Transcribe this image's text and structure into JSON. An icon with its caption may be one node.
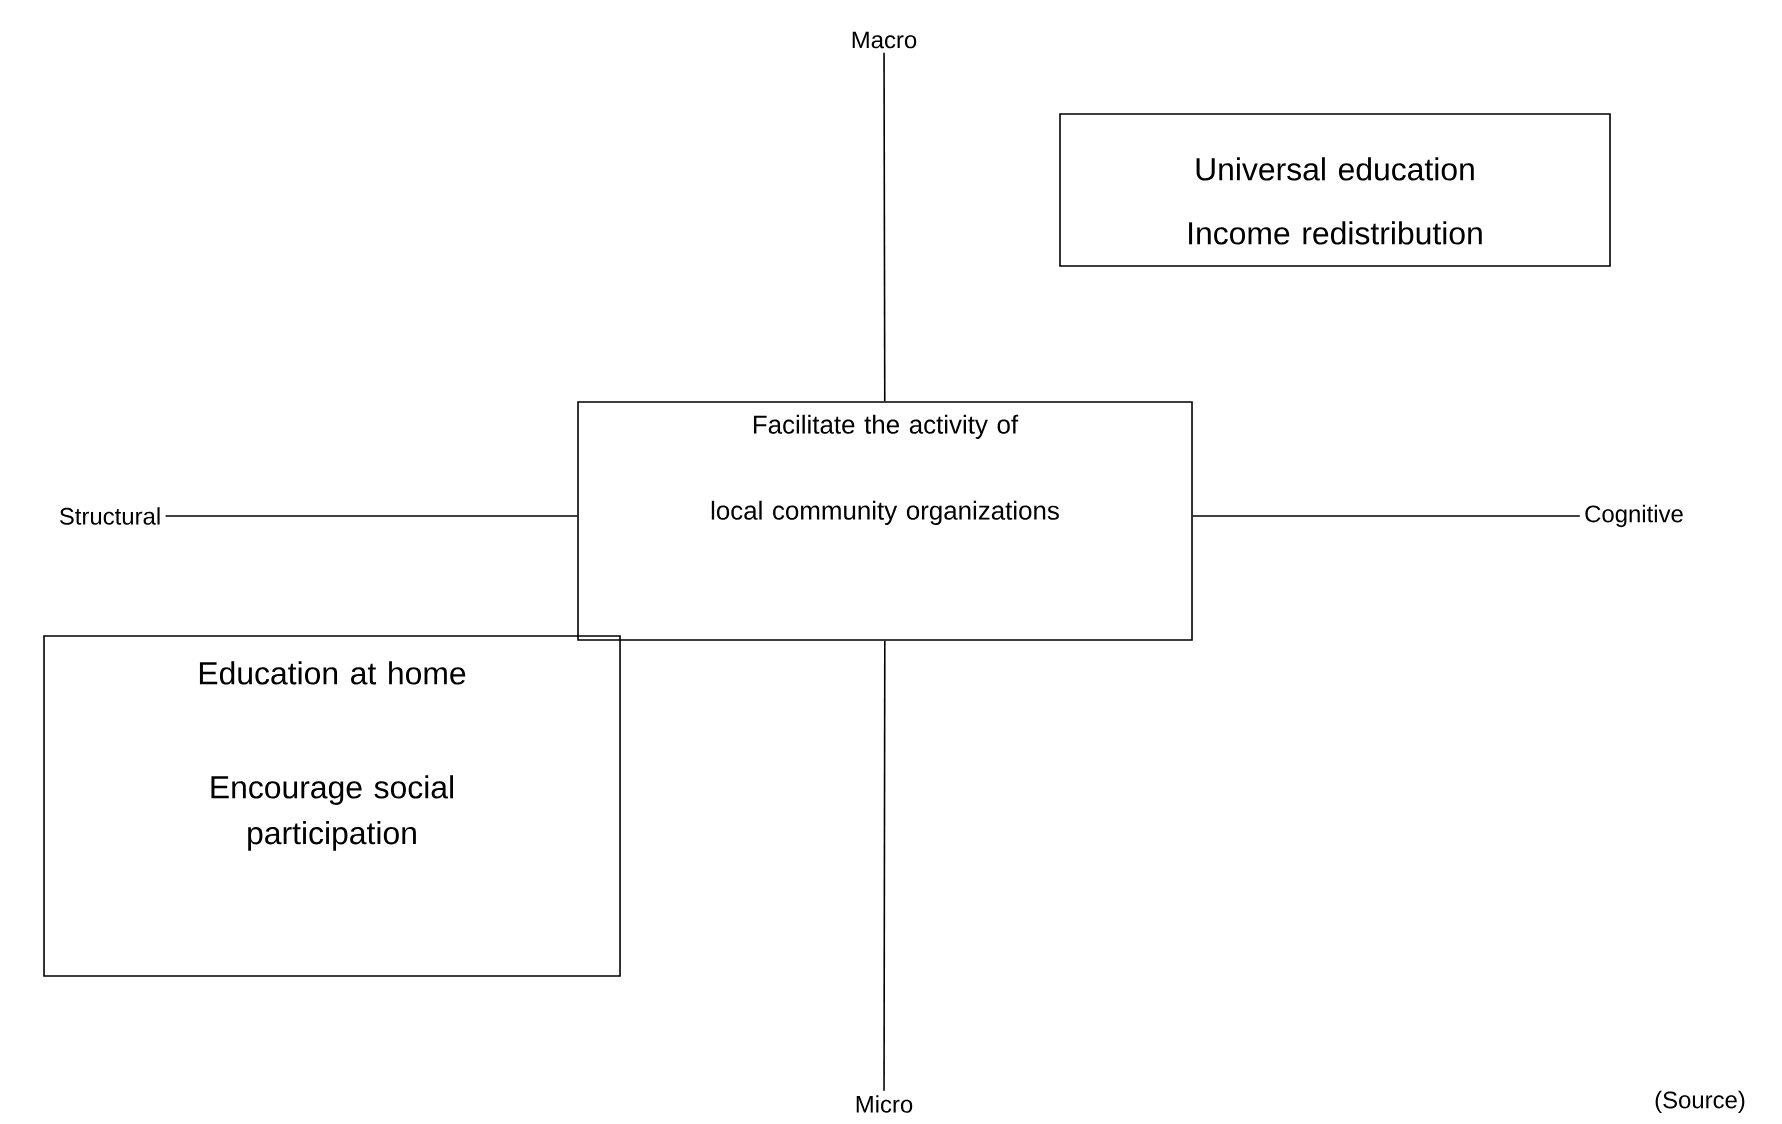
{
  "diagram": {
    "nodes": [
      {
        "text": [
          "Macro"
        ]
      },
      {
        "text": [
          "Universal education",
          "Income redistribution"
        ]
      },
      {
        "text": [
          "Structural"
        ]
      },
      {
        "text": [
          "Facilitate the activity of",
          "local community organizations"
        ]
      },
      {
        "text": [
          "Cognitive"
        ]
      },
      {
        "text": [
          "Education at home",
          "Encourage social participation"
        ]
      },
      {
        "text": [
          "Micro"
        ]
      }
    ],
    "edges": [
      {
        "from": 0,
        "to": 3,
        "arrow": "none"
      },
      {
        "from": 2,
        "to": 3,
        "arrow": "none"
      },
      {
        "from": 3,
        "to": 4,
        "arrow": "none"
      },
      {
        "from": 3,
        "to": 6,
        "arrow": "none"
      }
    ],
    "labels": [
      "(Source)"
    ]
  }
}
